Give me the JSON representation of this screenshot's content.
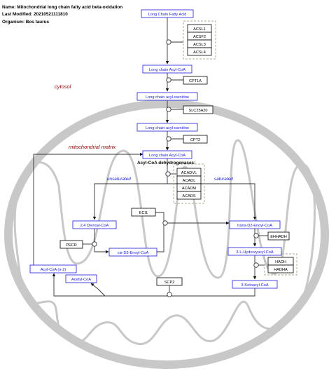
{
  "header": {
    "name_line": "Name: Mitochondrial long chain fatty acid beta-oxidation",
    "modified_line": "Last Modified: 20210521111810",
    "organism_line": "Organism: Bos taurus"
  },
  "compartments": {
    "cytosol": "cytosol",
    "matrix": "mitochondrial matrix"
  },
  "labels": {
    "dehydrogenases": "Acyl-CoA dehydrogenases:",
    "unsaturated": "unsaturated",
    "saturated": "saturated"
  },
  "metabolites": {
    "lcfa": "Long Chain Fatty Acid",
    "lc_acyl_coa_1": "Long chain Acyl-CoA",
    "lc_acyl_carnitine_1": "Long chain acyl-carnitine",
    "lc_acyl_carnitine_2": "Long chain acyl-carnitine",
    "lc_acyl_coa_2": "Long chain Acyl-CoA",
    "dienoyl": "2,4 Dienoyl-CoA",
    "trans_enoyl": "trans-D2-Enoyl-CoA",
    "cis_enoyl": "cis-D3-Enoyl-CoA",
    "hydroxyacyl": "3-L-Hydroxyacyl-CoA",
    "acyl_coa_n2": "Acyl-CoA (n-2)",
    "acetyl_coa": "Acetyl-CoA",
    "ketoacyl": "3-Ketoacyl-CoA"
  },
  "genes": {
    "acsl": [
      "ACSL1",
      "ACSF2",
      "ACSL3",
      "ACSL4"
    ],
    "cpt1a": "CPT1A",
    "slc25a20": "SLC25A20",
    "cpt2": "CPT2",
    "acad": [
      "ACADVL",
      "ACADL",
      "ACADM",
      "ACADS"
    ],
    "eci1": "ECI1",
    "ehhadh": "EHHADH",
    "pecr": "PECR",
    "hadh": [
      "HADH",
      "HADHA"
    ],
    "scp2": "SCP2"
  },
  "colors": {
    "metabolite": "#1a1adb",
    "compartment_label": "#8b0000",
    "membrane": "#c8c8c8",
    "group_border": "#b0a890"
  }
}
